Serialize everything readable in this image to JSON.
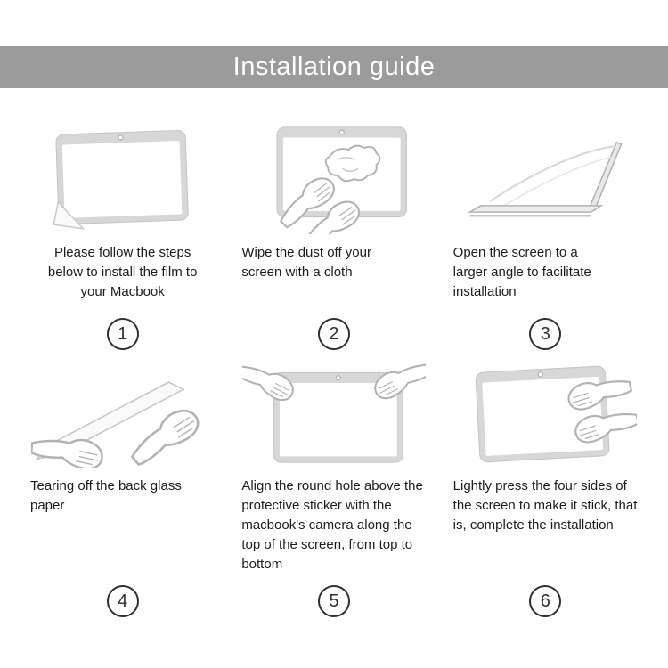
{
  "header": {
    "title": "Installation guide"
  },
  "colors": {
    "header_bg": "#9b9b9b",
    "illustration_gray": "#b2b2b2",
    "text": "#1c1c1c"
  },
  "steps": [
    {
      "number": "1",
      "icon": "peel-corner-tablet-icon",
      "text": "Please follow the steps below to install the film to your Macbook"
    },
    {
      "number": "2",
      "icon": "wipe-cloth-icon",
      "text": "Wipe the dust off your screen with a cloth"
    },
    {
      "number": "3",
      "icon": "open-laptop-icon",
      "text": "Open the screen to a larger angle to facilitate installation"
    },
    {
      "number": "4",
      "icon": "tear-backing-icon",
      "text": "Tearing off the back glass paper"
    },
    {
      "number": "5",
      "icon": "align-film-icon",
      "text": "Align the round hole above the protective sticker with the macbook's camera along the top of the screen, from top to bottom"
    },
    {
      "number": "6",
      "icon": "press-edges-icon",
      "text": "Lightly press the four sides of the screen to make it stick, that is, complete the installation"
    }
  ]
}
